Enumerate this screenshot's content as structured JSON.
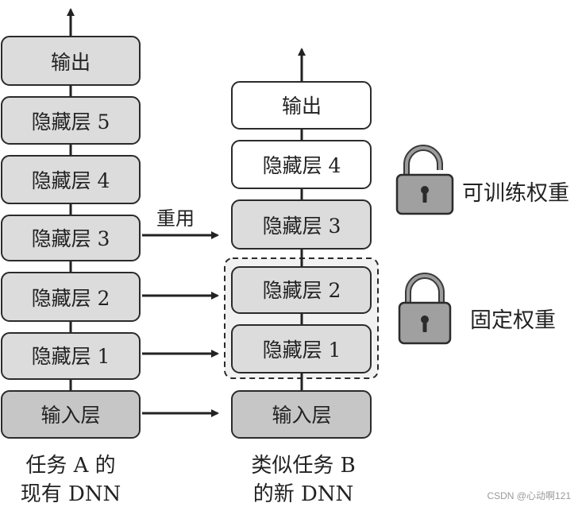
{
  "left_network": {
    "layers": [
      {
        "label": "输出"
      },
      {
        "label": "隐藏层 5"
      },
      {
        "label": "隐藏层 4"
      },
      {
        "label": "隐藏层 3"
      },
      {
        "label": "隐藏层 2"
      },
      {
        "label": "隐藏层 1"
      },
      {
        "label": "输入层"
      }
    ],
    "caption": [
      "任务 A 的",
      "现有 DNN"
    ]
  },
  "right_network": {
    "layers": [
      {
        "label": "输出"
      },
      {
        "label": "隐藏层 4"
      },
      {
        "label": "隐藏层 3"
      },
      {
        "label": "隐藏层 2"
      },
      {
        "label": "隐藏层 1"
      },
      {
        "label": "输入层"
      }
    ],
    "caption": [
      "类似任务 B",
      "的新 DNN"
    ]
  },
  "reuse_label": "重用",
  "trainable_label": "可训练权重",
  "fixed_label": "固定权重",
  "watermark": "CSDN @心动啊121",
  "colors": {
    "box_gray": "#dcdcdc",
    "box_input": "#c6c6c6",
    "box_white": "#ffffff",
    "stroke": "#2b2b2b",
    "frozen_region": "#f1f1f1",
    "lock_body": "#a0a0a0"
  }
}
